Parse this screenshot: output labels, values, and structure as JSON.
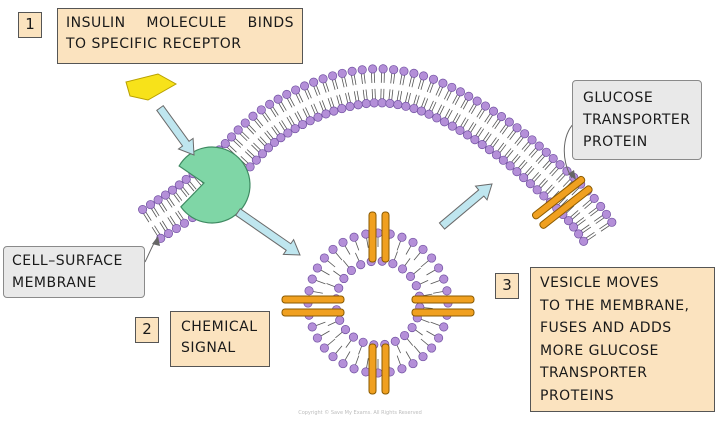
{
  "steps": [
    {
      "number": "1",
      "lines": [
        "INSULIN MOLECULE BINDS",
        "TO SPECIFIC RECEPTOR"
      ]
    },
    {
      "number": "2",
      "lines": [
        "CHEMICAL",
        "SIGNAL"
      ]
    },
    {
      "number": "3",
      "lines": [
        "VESICLE MOVES",
        "TO THE MEMBRANE,",
        "FUSES AND ADDS",
        "MORE GLUCOSE",
        "TRANSPORTER",
        "PROTEINS"
      ]
    }
  ],
  "labels": {
    "membrane": [
      "CELL–SURFACE",
      "MEMBRANE"
    ],
    "transporter": [
      "GLUCOSE",
      "TRANSPORTER",
      "PROTEIN"
    ]
  },
  "copyright": "Copyright © Save My Exams. All Rights Reserved",
  "colors": {
    "phospholipid_head": "#b48fd8",
    "phospholipid_outline": "#6f4fa0",
    "tail": "#555555",
    "insulin": "#f7e21a",
    "receptor": "#7fd6a6",
    "transporter": "#f0a020",
    "arrow": "#bfe6ef",
    "step_box": "#fbe3bf",
    "label_box": "#e9e9e9"
  }
}
